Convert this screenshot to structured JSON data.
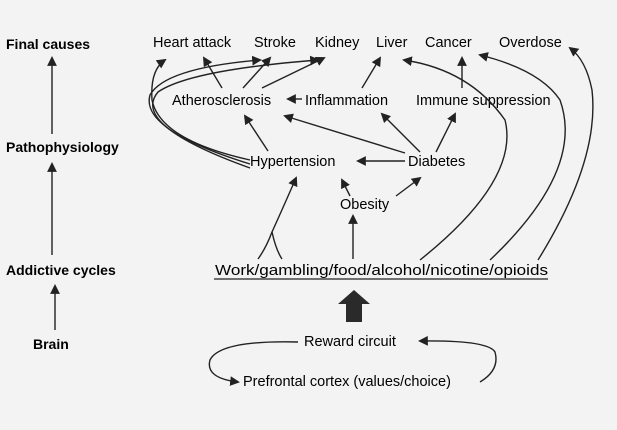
{
  "levels": {
    "final_causes": "Final causes",
    "pathophysiology": "Pathophysiology",
    "addictive_cycles": "Addictive cycles",
    "brain": "Brain"
  },
  "nodes": {
    "heart_attack": "Heart attack",
    "stroke": "Stroke",
    "kidney": "Kidney",
    "liver": "Liver",
    "cancer": "Cancer",
    "overdose": "Overdose",
    "atherosclerosis": "Atherosclerosis",
    "inflammation": "Inflammation",
    "immune_suppression": "Immune suppression",
    "hypertension": "Hypertension",
    "diabetes": "Diabetes",
    "obesity": "Obesity",
    "addictions": "Work/gambling/food/alcohol/nicotine/opioids",
    "reward_circuit": "Reward circuit",
    "prefrontal_cortex": "Prefrontal cortex (values/choice)"
  },
  "colors": {
    "ink": "#222222",
    "background": "#f3f3f3"
  }
}
